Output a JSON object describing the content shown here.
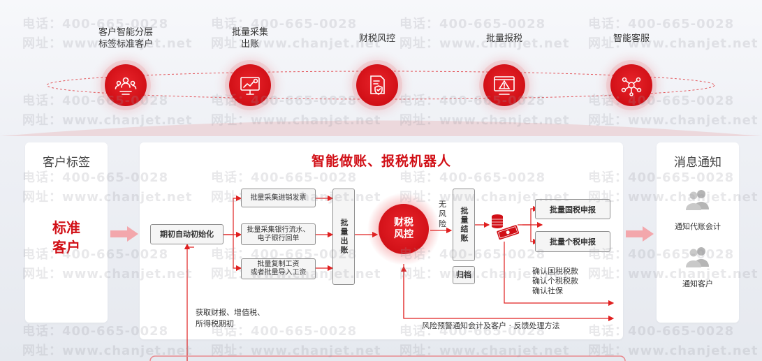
{
  "watermark": {
    "phone": "电话：400-665-0028",
    "site": "网址：www.chanjet.net"
  },
  "top_steps": [
    {
      "label_line1": "客户智能分层",
      "label_line2": "标签标准客户",
      "icon": "users-network-icon"
    },
    {
      "label_line1": "批量采集",
      "label_line2": "出账",
      "icon": "monitor-chart-icon"
    },
    {
      "label_line1": "财税风控",
      "label_line2": "",
      "icon": "document-shield-icon"
    },
    {
      "label_line1": "批量报税",
      "label_line2": "",
      "icon": "warning-monitor-icon"
    },
    {
      "label_line1": "智能客服",
      "label_line2": "",
      "icon": "service-network-icon"
    }
  ],
  "left_panel": {
    "title": "客户标签",
    "value_line1": "标准",
    "value_line2": "客户"
  },
  "center_panel": {
    "title": "智能做账、报税机器人",
    "init_box": "期初自动初始化",
    "collect_boxes": [
      {
        "line1": "批量采集进销发票",
        "line2": ""
      },
      {
        "line1": "批量采集银行流水、",
        "line2": "电子银行回单"
      },
      {
        "line1": "批量复制工资",
        "line2": "或者批量导入工资"
      }
    ],
    "batch_account": "批量出账",
    "risk_line1": "财税",
    "risk_line2": "风控",
    "no_risk": "无风险",
    "batch_close": "批量结账",
    "archive": "归档",
    "national_tax": "批量国税申报",
    "personal_tax": "批量个税申报",
    "confirm_lines": [
      "确认国税税款",
      "确认个税税款",
      "确认社保"
    ],
    "fetch_lines": [
      "获取财报、增值税、",
      "所得税期初"
    ],
    "risk_notice": "风险预警通知会计及客户 · 反馈处理方法"
  },
  "right_panel": {
    "title": "消息通知",
    "notify_accountant": "通知代账会计",
    "notify_customer": "通知客户"
  },
  "colors": {
    "brand_red": "#d10f16",
    "line_red": "#e02020",
    "arrow_pink": "#f3a7ac"
  }
}
